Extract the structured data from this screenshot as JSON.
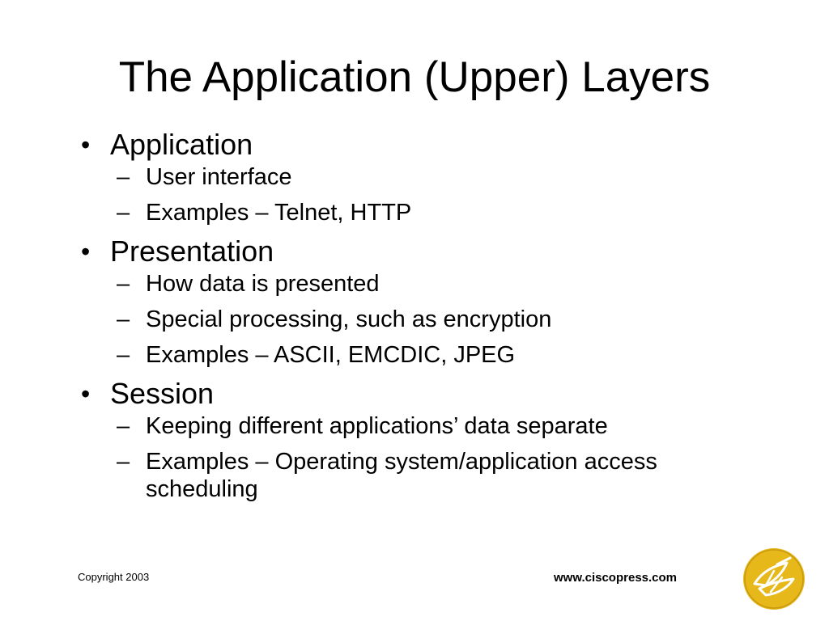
{
  "slide": {
    "title": "The Application (Upper) Layers",
    "bullets": [
      {
        "label": "Application",
        "subs": [
          "User interface",
          "Examples – Telnet, HTTP"
        ]
      },
      {
        "label": "Presentation",
        "subs": [
          "How data is presented",
          "Special processing, such as encryption",
          "Examples – ASCII, EMCDIC, JPEG"
        ]
      },
      {
        "label": "Session",
        "subs": [
          "Keeping different applications’ data separate",
          "Examples – Operating system/application access scheduling"
        ]
      }
    ],
    "bullet_glyph": "•",
    "sub_glyph": "–"
  },
  "footer": {
    "copyright": "Copyright 2003",
    "website": "www.ciscopress.com"
  },
  "colors": {
    "background": "#ffffff",
    "text": "#000000",
    "logo_gold": "#e6b81a"
  },
  "icons": {
    "logo": "ciscopress-logo-icon"
  }
}
